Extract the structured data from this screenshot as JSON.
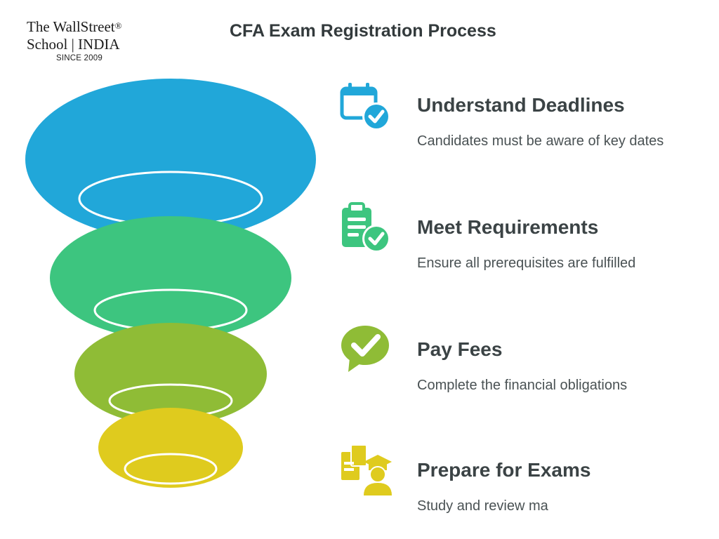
{
  "logo": {
    "line1": "The WallStreet",
    "registered": "®",
    "line2": "School | INDIA",
    "since": "SINCE 2009"
  },
  "title": "CFA Exam Registration Process",
  "colors": {
    "blue": "#21a7d9",
    "green": "#3dc57f",
    "olive": "#8fbc36",
    "yellow": "#dfcb1e"
  },
  "steps": [
    {
      "icon": "calendar-check-icon",
      "heading": "Understand Deadlines",
      "description": "Candidates must be aware of key dates"
    },
    {
      "icon": "clipboard-check-icon",
      "heading": "Meet Requirements",
      "description": "Ensure all prerequisites are fulfilled"
    },
    {
      "icon": "chat-check-icon",
      "heading": "Pay Fees",
      "description": "Complete the financial obligations"
    },
    {
      "icon": "study-graduate-icon",
      "heading": "Prepare for Exams",
      "description": "Study and review ma"
    }
  ]
}
